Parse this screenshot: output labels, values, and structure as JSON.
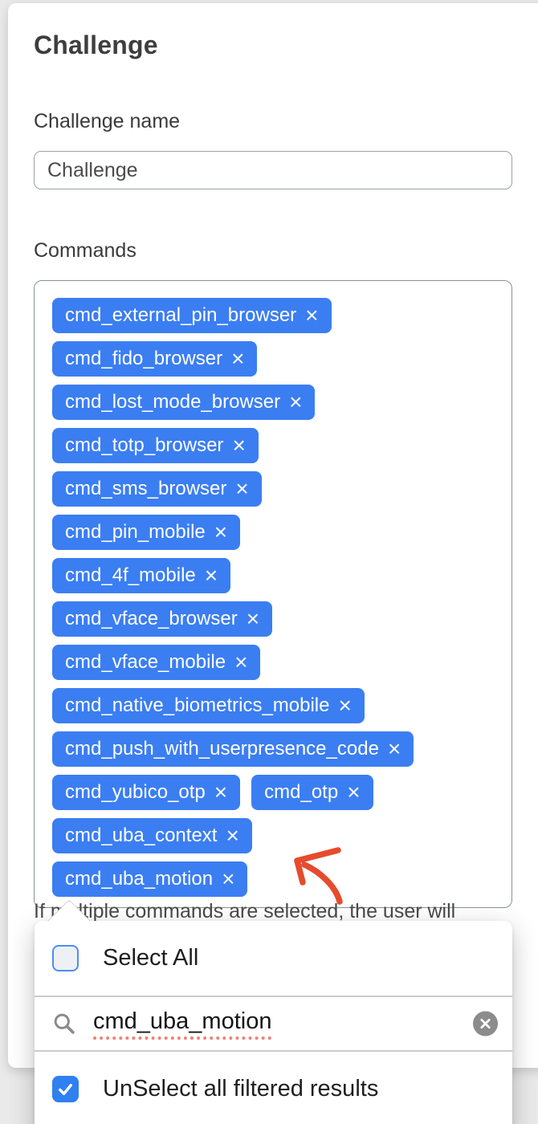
{
  "page": {
    "heading": "Challenge"
  },
  "form": {
    "name_label": "Challenge name",
    "name_value": "Challenge",
    "commands_label": "Commands",
    "chip_remove_glyph": "×",
    "chip_rows": [
      [
        "cmd_external_pin_browser"
      ],
      [
        "cmd_fido_browser"
      ],
      [
        "cmd_lost_mode_browser"
      ],
      [
        "cmd_totp_browser"
      ],
      [
        "cmd_sms_browser"
      ],
      [
        "cmd_pin_mobile"
      ],
      [
        "cmd_4f_mobile"
      ],
      [
        "cmd_vface_browser"
      ],
      [
        "cmd_vface_mobile"
      ],
      [
        "cmd_native_biometrics_mobile"
      ],
      [
        "cmd_push_with_userpresence_code"
      ],
      [
        "cmd_yubico_otp",
        "cmd_otp"
      ],
      [
        "cmd_uba_context"
      ],
      [
        "cmd_uba_motion"
      ]
    ],
    "helper_text": "If multiple commands are selected, the user will"
  },
  "dropdown": {
    "select_all_label": "Select All",
    "select_all_checked": false,
    "search_value": "cmd_uba_motion",
    "unselect_label": "UnSelect all filtered results",
    "unselect_checked": true
  },
  "colors": {
    "accent_blue": "#3b7ef2",
    "checkbox_blue": "#2f80f0",
    "arrow_red": "#e64b2d"
  }
}
